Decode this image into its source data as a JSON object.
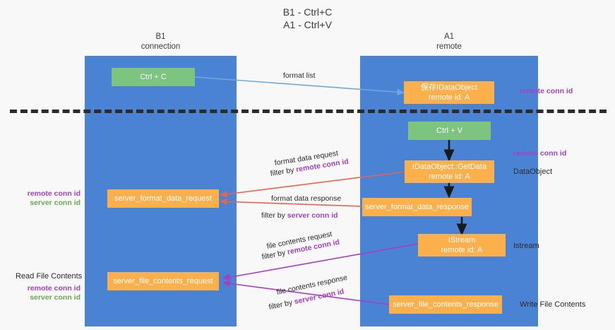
{
  "title": {
    "line1": "B1 - Ctrl+C",
    "line2": "A1 - Ctrl+V"
  },
  "columns": [
    {
      "name": "B1",
      "role": "connection"
    },
    {
      "name": "A1",
      "role": "remote"
    }
  ],
  "nodes": {
    "ctrl_c": "Ctrl + C",
    "ctrl_v": "Ctrl + V",
    "idataobject_title": "保存IDataObject",
    "idataobject_sub": "remote id: A",
    "getdata_title": "IDataObject::GetData",
    "getdata_sub": "remote id: A",
    "istream_title": "IStream",
    "istream_sub": "remote id: A",
    "server_format_data_request": "server_format_data_request",
    "server_format_data_response": "server_format_data_response",
    "server_file_contents_request": "server_file_contents_request",
    "server_file_contents_response": "server_file_contents_response"
  },
  "edge_labels": {
    "format_list": "format list",
    "format_data_request": "format data request",
    "format_data_response": "format data response",
    "file_contents_request": "file contents request",
    "file_contents_response": "file contents response",
    "filter_by": "filter by",
    "remote_conn_id": "remote conn id",
    "server_conn_id": "server conn id"
  },
  "side_labels": {
    "remote_conn_id_top": "remote conn id",
    "remote_conn_id_mid": "remote conn id",
    "data_object": "DataObject",
    "istream": "Istream",
    "write_file_contents": "Write File Contents",
    "read_file_contents": "Read File Contents"
  },
  "legends": {
    "mid": {
      "remote": "remote conn id",
      "server": "server conn id"
    },
    "bottom": {
      "remote": "remote conn id",
      "server": "server conn id"
    }
  },
  "colors": {
    "lane": "#4a83d4",
    "green_box": "#7cc47f",
    "orange_box": "#fbb04c",
    "arrow_blue": "#6fa8dc",
    "arrow_red": "#e8634f",
    "arrow_purple": "#a83ec4",
    "arrow_black": "#1a1a1a",
    "remote_text": "#a83ec4",
    "server_text": "#6aa84f",
    "background": "#f8f8f8"
  }
}
